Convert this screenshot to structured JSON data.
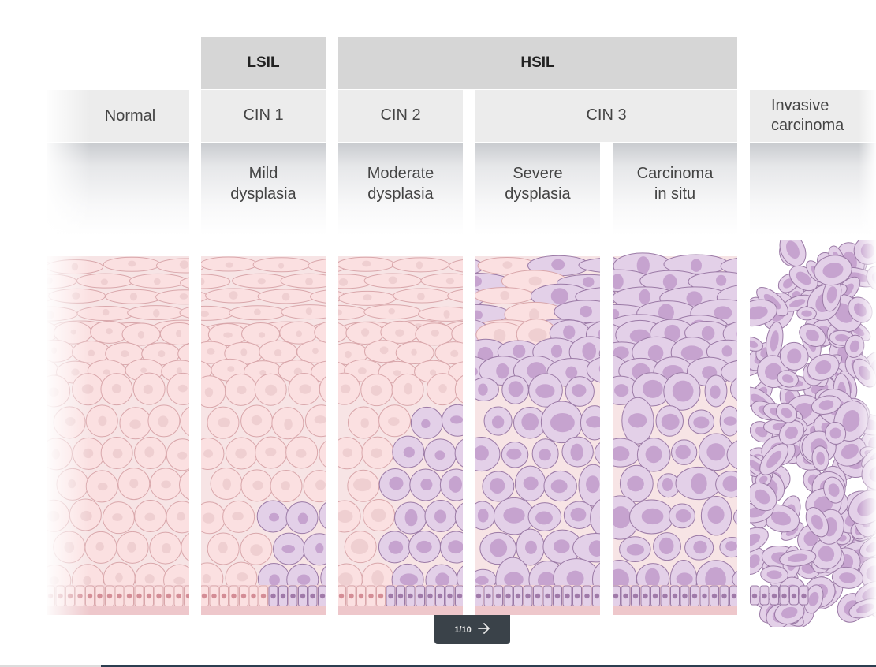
{
  "groups": {
    "lsil": "LSIL",
    "hsil": "HSIL"
  },
  "stages": {
    "normal": "Normal",
    "cin1": "CIN 1",
    "cin2": "CIN 2",
    "cin3": "CIN 3",
    "invasive_line1": "Invasive",
    "invasive_line2": "carcinoma"
  },
  "descriptions": {
    "mild_1": "Mild",
    "mild_2": "dysplasia",
    "moderate_1": "Moderate",
    "moderate_2": "dysplasia",
    "severe_1": "Severe",
    "severe_2": "dysplasia",
    "cis_1": "Carcinoma",
    "cis_2": "in situ"
  },
  "pager": {
    "label": "1/10",
    "icon": "arrow-right-icon"
  },
  "colors": {
    "normal_cell_fill": "#fbe0e1",
    "normal_cell_stroke": "#d9a7ab",
    "normal_nucleus": "#efcfd1",
    "dysplastic_cell_fill": "#e3d0e8",
    "dysplastic_cell_stroke": "#9b7aa6",
    "dysplastic_nucleus": "#c6a3cf",
    "group_header": "#d6d6d6",
    "stage_header": "#ececec",
    "pager_bg": "#3a4249"
  }
}
